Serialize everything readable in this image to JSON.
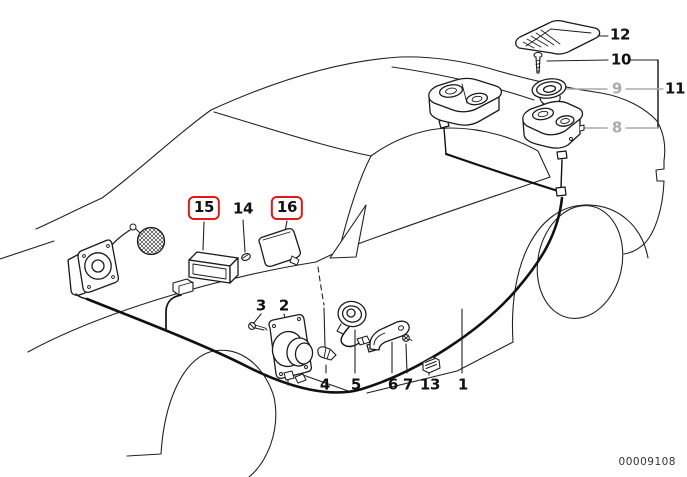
{
  "diagram": {
    "document_number": "00009108",
    "colors": {
      "highlight": "#e01b12",
      "reference": "#ababab",
      "ink": "#1a1a1a"
    },
    "callouts": [
      {
        "label": "1"
      },
      {
        "label": "2"
      },
      {
        "label": "3"
      },
      {
        "label": "4"
      },
      {
        "label": "5"
      },
      {
        "label": "6"
      },
      {
        "label": "7"
      },
      {
        "label": "8",
        "reference": true
      },
      {
        "label": "9",
        "reference": true
      },
      {
        "label": "10"
      },
      {
        "label": "11"
      },
      {
        "label": "12"
      },
      {
        "label": "13"
      },
      {
        "label": "14"
      },
      {
        "label": "15",
        "highlighted": true
      },
      {
        "label": "16",
        "highlighted": true
      }
    ]
  }
}
